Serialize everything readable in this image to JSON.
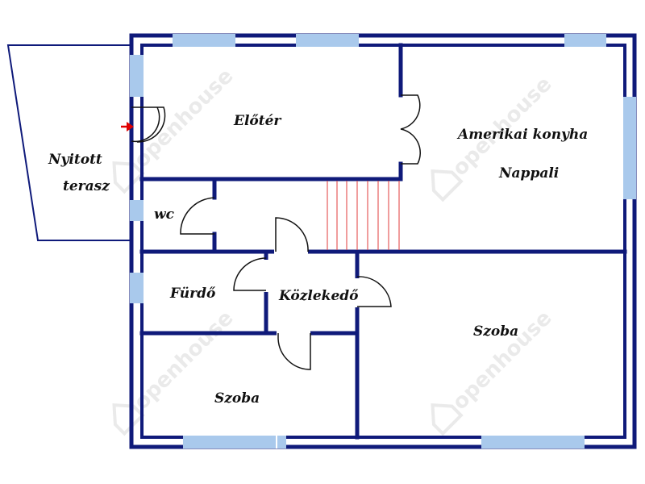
{
  "plan": {
    "wall_color": "#0f1a7a",
    "window_color": "#a9c9ec",
    "stair_color": "#e23b3b",
    "entry_arrow_color": "#e00000",
    "rooms": {
      "terrace": [
        "Nyitott",
        "terasz"
      ],
      "hall": "Előtér",
      "kitchen": "Amerikai konyha",
      "living": "Nappali",
      "wc": "wc",
      "bath": "Fürdő",
      "corridor": "Közlekedő",
      "room_right": "Szoba",
      "room_left": "Szoba"
    },
    "watermark": {
      "text": "openhouse",
      "icon": "house-logo-icon"
    }
  }
}
